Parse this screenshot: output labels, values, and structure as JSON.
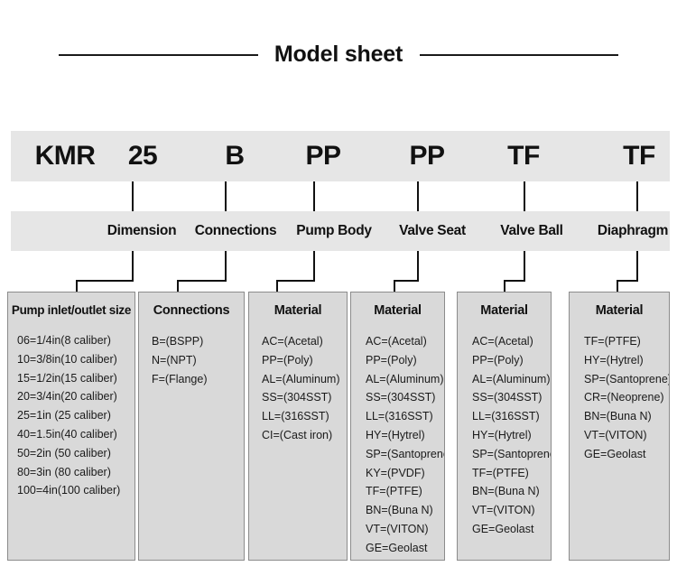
{
  "title": "Model sheet",
  "model_code": {
    "segments": [
      {
        "code": "KMR",
        "label": ""
      },
      {
        "code": "25",
        "label": "Dimension"
      },
      {
        "code": "B",
        "label": "Connections"
      },
      {
        "code": "PP",
        "label": "Pump Body"
      },
      {
        "code": "PP",
        "label": "Valve  Seat"
      },
      {
        "code": "TF",
        "label": "Valve Ball"
      },
      {
        "code": "TF",
        "label": "Diaphragm"
      }
    ]
  },
  "details": [
    {
      "heading": "Pump inlet/outlet size",
      "items": [
        "06=1/4in(8 caliber)",
        "10=3/8in(10 caliber)",
        "15=1/2in(15 caliber)",
        "20=3/4in(20 caliber)",
        "25=1in (25 caliber)",
        "40=1.5in(40 caliber)",
        "50=2in (50 caliber)",
        "80=3in (80 caliber)",
        "100=4in(100 caliber)"
      ]
    },
    {
      "heading": "Connections",
      "items": [
        "B=(BSPP)",
        "N=(NPT)",
        "F=(Flange)"
      ]
    },
    {
      "heading": "Material",
      "items": [
        "AC=(Acetal)",
        "PP=(Poly)",
        "AL=(Aluminum)",
        "SS=(304SST)",
        "LL=(316SST)",
        "CI=(Cast iron)"
      ]
    },
    {
      "heading": "Material",
      "items": [
        "AC=(Acetal)",
        "PP=(Poly)",
        "AL=(Aluminum)",
        "SS=(304SST)",
        "LL=(316SST)",
        "HY=(Hytrel)",
        "SP=(Santoprene)",
        "KY=(PVDF)",
        "TF=(PTFE)",
        "BN=(Buna N)",
        "VT=(VITON)",
        "GE=Geolast"
      ]
    },
    {
      "heading": "Material",
      "items": [
        "AC=(Acetal)",
        "PP=(Poly)",
        "AL=(Aluminum)",
        "SS=(304SST)",
        "LL=(316SST)",
        "HY=(Hytrel)",
        "SP=(Santoprene)",
        "TF=(PTFE)",
        "BN=(Buna N)",
        "VT=(VITON)",
        "GE=Geolast"
      ]
    },
    {
      "heading": "Material",
      "items": [
        "TF=(PTFE)",
        "HY=(Hytrel)",
        "SP=(Santoprene)",
        "CR=(Neoprene)",
        "BN=(Buna N)",
        "VT=(VITON)",
        "GE=Geolast"
      ]
    }
  ],
  "colors": {
    "bar_fill": "#e6e6e6",
    "box_fill": "#d9d9d9",
    "box_border": "#8c8c8c",
    "line": "#111111",
    "text": "#111111",
    "page_bg": "#ffffff"
  }
}
